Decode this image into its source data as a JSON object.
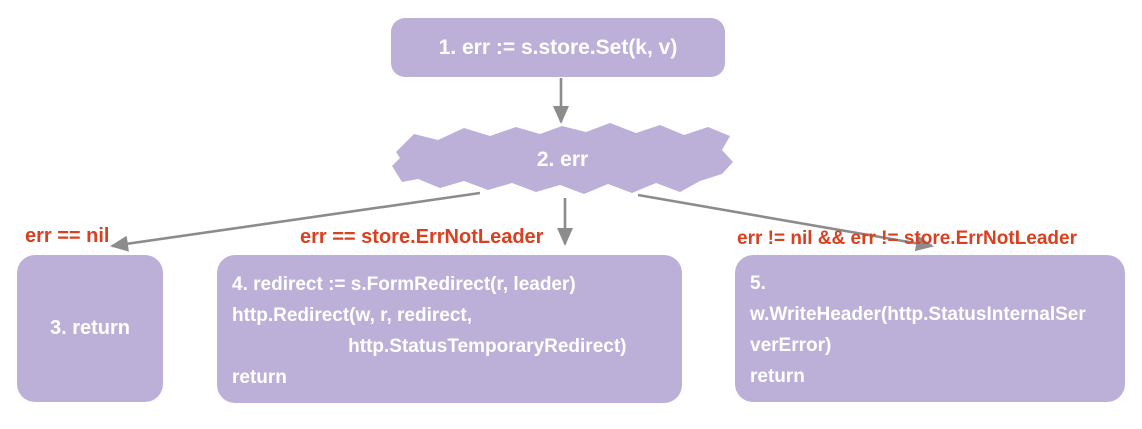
{
  "colors": {
    "background": "#ffffff",
    "node_fill": "#bdb0d8",
    "node_text": "#ffffff",
    "condition_text": "#d8401f",
    "arrow": "#8c8c8c"
  },
  "nodes": {
    "step1": {
      "label": "1. err := s.store.Set(k, v)"
    },
    "step2": {
      "label": "2. err"
    },
    "step3": {
      "label": "3. return"
    },
    "step4": {
      "lines": [
        "4. redirect := s.FormRedirect(r, leader)",
        "http.Redirect(w, r, redirect,",
        "                      http.StatusTemporaryRedirect)",
        "return"
      ]
    },
    "step5": {
      "lines": [
        "5.",
        "w.WriteHeader(http.StatusInternalSer",
        "verError)",
        "return"
      ]
    }
  },
  "conditions": {
    "err_nil": "err == nil",
    "err_not_leader": "err == store.ErrNotLeader",
    "err_other": "err != nil && err != store.ErrNotLeader"
  }
}
